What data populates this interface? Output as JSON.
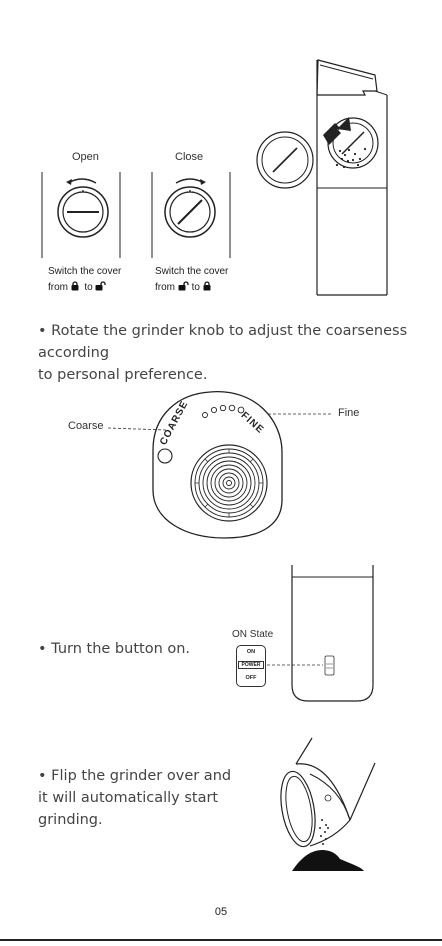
{
  "cover": {
    "open_label": "Open",
    "close_label": "Close",
    "open_caption_line1": "Switch the cover",
    "open_caption_from": "from",
    "open_caption_to": "to",
    "close_caption_line1": "Switch the cover",
    "close_caption_from": "from",
    "close_caption_to": "to"
  },
  "step1": {
    "bullet": "•",
    "text_line1": "Rotate the grinder knob to adjust the coarseness according",
    "text_line2": "to personal preference."
  },
  "knob": {
    "coarse_callout": "Coarse",
    "fine_callout": "Fine",
    "dial_coarse": "COARSE",
    "dial_fine": "FINE"
  },
  "step2": {
    "bullet": "•",
    "text": "Turn the button on.",
    "state_label": "ON State",
    "switch_on": "ON",
    "switch_power": "POWER",
    "switch_off": "OFF"
  },
  "step3": {
    "bullet": "•",
    "text_line1": "Flip the grinder over and",
    "text_line2": "it will automatically start",
    "text_line3": "grinding."
  },
  "page_number": "05"
}
